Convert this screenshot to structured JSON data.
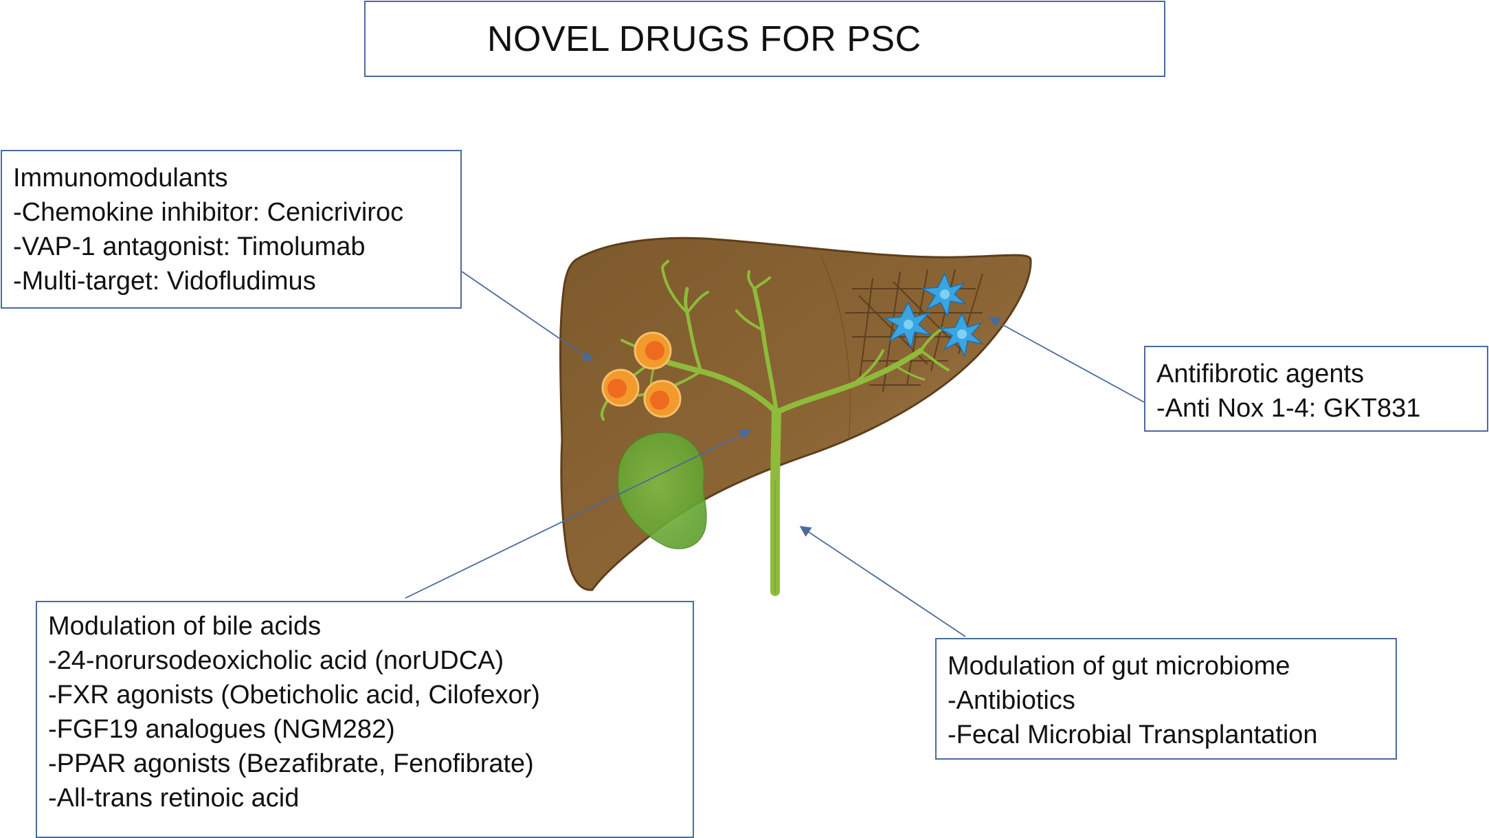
{
  "title": "NOVEL DRUGS FOR PSC",
  "boxes": {
    "immunomodulants": {
      "heading": "Immunomodulants",
      "items": [
        "-Chemokine inhibitor: Cenicriviroc",
        "-VAP-1 antagonist: Timolumab",
        "-Multi-target: Vidofludimus"
      ]
    },
    "antifibrotic": {
      "heading": "Antifibrotic agents",
      "items": [
        "-Anti Nox 1-4: GKT831"
      ]
    },
    "bile_acids": {
      "heading": "Modulation of bile acids",
      "items": [
        "-24-norursodeoxicholic acid (norUDCA)",
        "-FXR agonists (Obeticholic acid, Cilofexor)",
        "-FGF19 analogues (NGM282)",
        "-PPAR agonists (Bezafibrate, Fenofibrate)",
        "-All-trans retinoic acid"
      ]
    },
    "gut_microbiome": {
      "heading": "Modulation of gut microbiome",
      "items": [
        "-Antibiotics",
        "-Fecal Microbial Transplantation"
      ]
    }
  },
  "colors": {
    "liver": "#8a6233",
    "liver_dark": "#5e3f1c",
    "bile_duct": "#8fbb3a",
    "gallbladder": "#6fb13a",
    "immune_cell": "#f39a2c",
    "immune_nucleus": "#ee6a1e",
    "stellate_cell": "#3aa5e0",
    "fibrosis": "#5a3c20",
    "arrow": "#4a6a9c",
    "box_border": "#4a6a9c"
  }
}
